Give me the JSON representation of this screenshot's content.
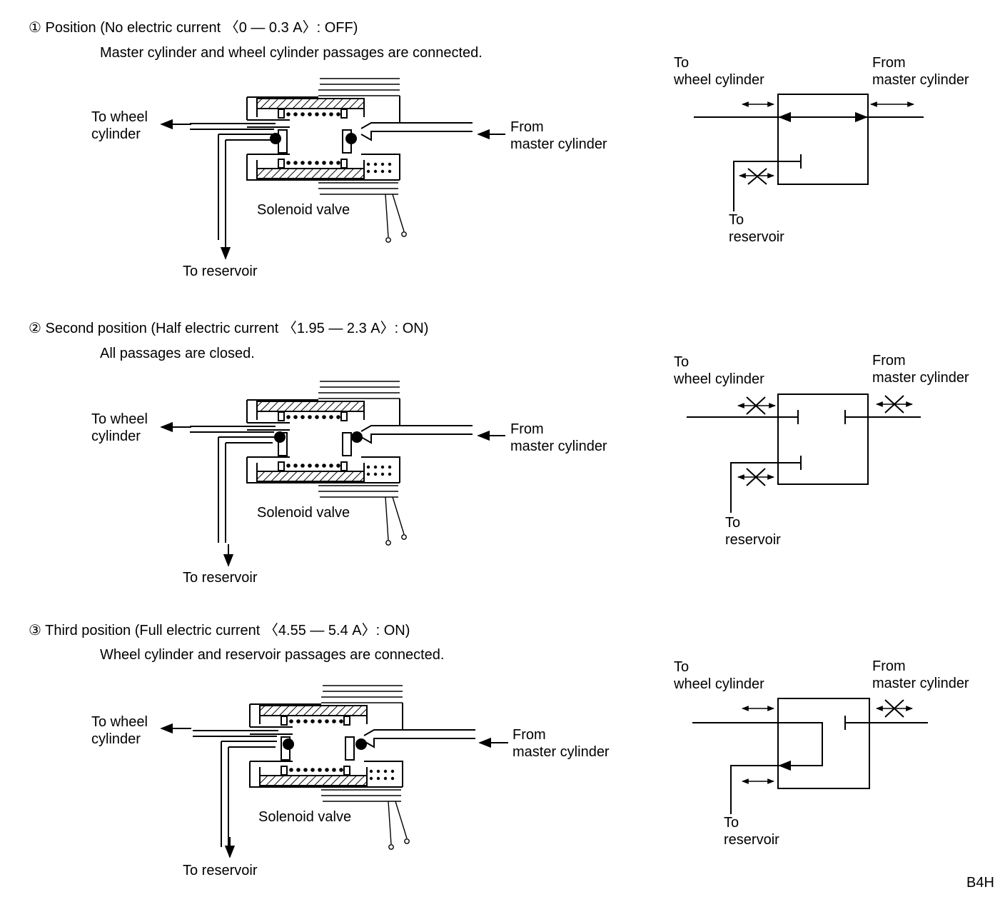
{
  "positions": [
    {
      "heading": "① Position (No electric current 〈0 — 0.3 A〉: OFF)",
      "description": "Master cylinder and wheel cylinder passages are connected.",
      "valve": {
        "to_wheel": [
          "To wheel",
          "cylinder"
        ],
        "from_master": [
          "From",
          "master cylinder"
        ],
        "solenoid": "Solenoid valve",
        "to_reservoir": "To reservoir"
      },
      "schematic": {
        "to_wheel": [
          "To",
          "wheel cylinder"
        ],
        "from_master": [
          "From",
          "master cylinder"
        ],
        "to_reservoir": [
          "To",
          "reservoir"
        ]
      }
    },
    {
      "heading": "② Second position (Half electric current 〈1.95 — 2.3 A〉: ON)",
      "description": "All passages are closed.",
      "valve": {
        "to_wheel": [
          "To wheel",
          "cylinder"
        ],
        "from_master": [
          "From",
          "master cylinder"
        ],
        "solenoid": "Solenoid valve",
        "to_reservoir": "To reservoir"
      },
      "schematic": {
        "to_wheel": [
          "To",
          "wheel cylinder"
        ],
        "from_master": [
          "From",
          "master cylinder"
        ],
        "to_reservoir": [
          "To",
          "reservoir"
        ]
      }
    },
    {
      "heading": "③ Third position (Full electric current 〈4.55 — 5.4 A〉: ON)",
      "description": "Wheel cylinder and reservoir passages are connected.",
      "valve": {
        "to_wheel": [
          "To wheel",
          "cylinder"
        ],
        "from_master": [
          "From",
          "master cylinder"
        ],
        "solenoid": "Solenoid valve",
        "to_reservoir": "To reservoir"
      },
      "schematic": {
        "to_wheel": [
          "To",
          "wheel cylinder"
        ],
        "from_master": [
          "From",
          "master cylinder"
        ],
        "to_reservoir": [
          "To",
          "reservoir"
        ]
      }
    }
  ],
  "figure_code": "B4H"
}
